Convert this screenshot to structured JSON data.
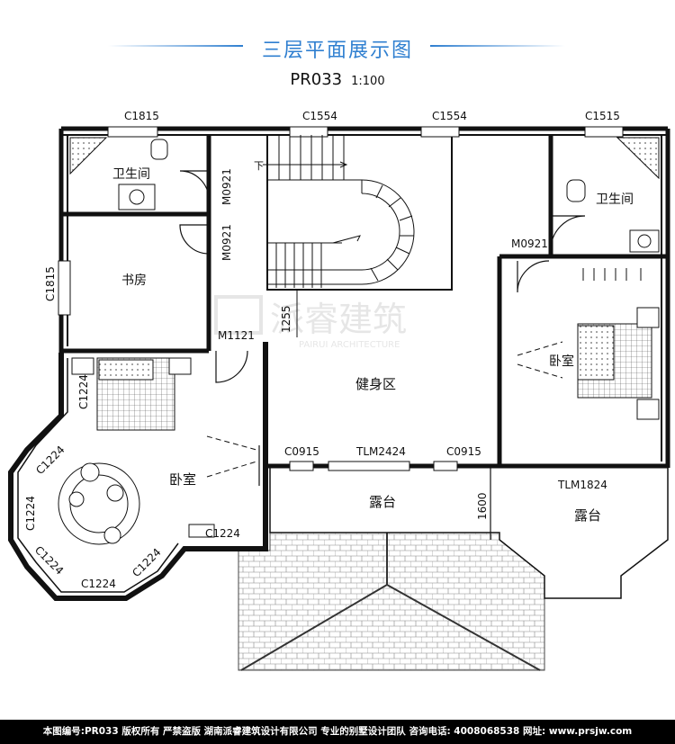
{
  "header": {
    "title": "三层平面展示图",
    "plan_code": "PR033",
    "scale": "1:100"
  },
  "rooms": {
    "bath_left": "卫生间",
    "study": "书房",
    "stair_down": "下",
    "fitness": "健身区",
    "bath_right": "卫生间",
    "bedroom_right": "卧室",
    "bedroom_left": "卧室",
    "terrace_left": "露台",
    "terrace_right": "露台"
  },
  "openings": {
    "c1815_top": "C1815",
    "c1554_a": "C1554",
    "c1554_b": "C1554",
    "c1515": "C1515",
    "c1815_left": "C1815",
    "m0921_a": "M0921",
    "m0921_b": "M0921",
    "m0921_c": "M0921",
    "m1121": "M1121",
    "c1224_1": "C1224",
    "c1224_2": "C1224",
    "c1224_3": "C1224",
    "c1224_4": "C1224",
    "c1224_5": "C1224",
    "c1224_6": "C1224",
    "c1224_7": "C1224",
    "c0915_a": "C0915",
    "tlm2424": "TLM2424",
    "c0915_b": "C0915",
    "tlm1824": "TLM1824"
  },
  "dimensions": {
    "d1255": "1255",
    "d1600": "1600"
  },
  "watermark": {
    "main": "派睿建筑",
    "sub": "PAIRUI ARCHITECTURE"
  },
  "footer": {
    "text": "本图编号:PR033 版权所有 严禁盗版 湖南派睿建筑设计有限公司 专业的别墅设计团队 咨询电话: 4008068538 网址: www.prsjw.com"
  },
  "colors": {
    "title": "#2f7fd0",
    "wall": "#111111",
    "footer_bg": "#000000"
  }
}
